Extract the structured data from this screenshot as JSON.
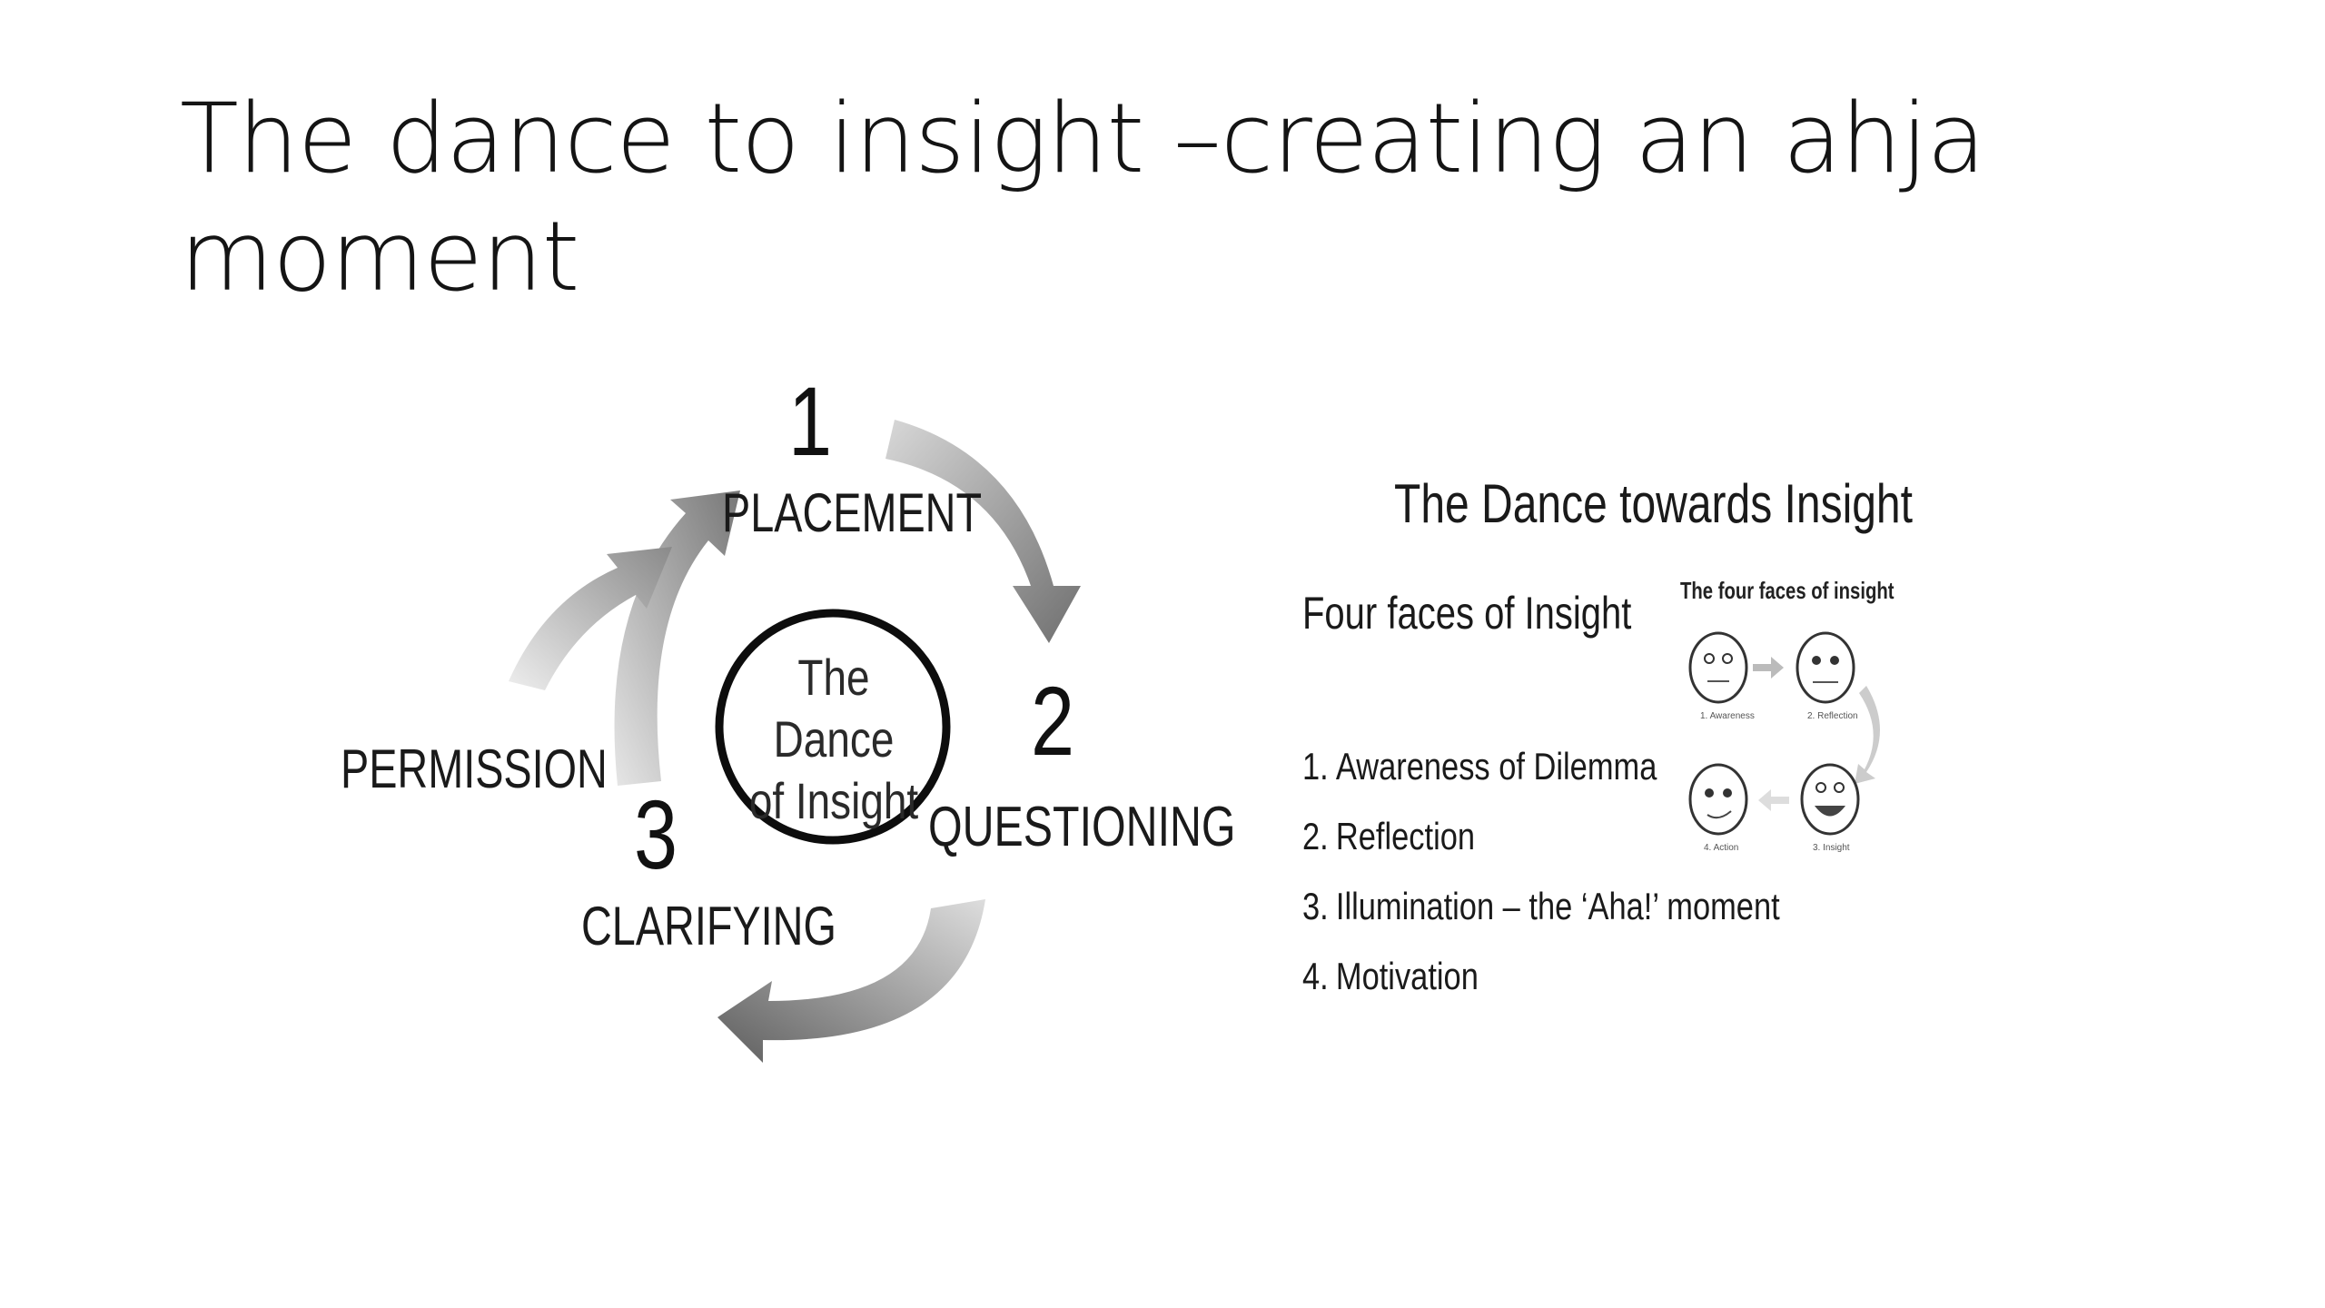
{
  "slide": {
    "title_line1": "The dance to insight –creating an ahja",
    "title_line2": "moment"
  },
  "cycle": {
    "stage1_number": "1",
    "stage1_label": "PLACEMENT",
    "stage2_number": "2",
    "stage2_label": "QUESTIONING",
    "stage3_number": "3",
    "stage3_label": "CLARIFYING",
    "permission_label": "PERMISSION",
    "center_line1": "The Dance",
    "center_line2": "of Insight",
    "arrow_color": "#8a8a8a"
  },
  "panel": {
    "title": "The Dance towards Insight",
    "subtitle": "Four faces of Insight",
    "list": [
      {
        "num": "1.",
        "text": "Awareness of Dilemma"
      },
      {
        "num": "2.",
        "text": "Reflection"
      },
      {
        "num": "3.",
        "text": "Illumination – the ‘Aha!’ moment"
      },
      {
        "num": "4.",
        "text": "Motivation"
      }
    ],
    "faces_title": "The four faces of insight",
    "face_labels": [
      "1. Awareness",
      "2. Reflection",
      "4. Action",
      "3. Insight"
    ]
  }
}
